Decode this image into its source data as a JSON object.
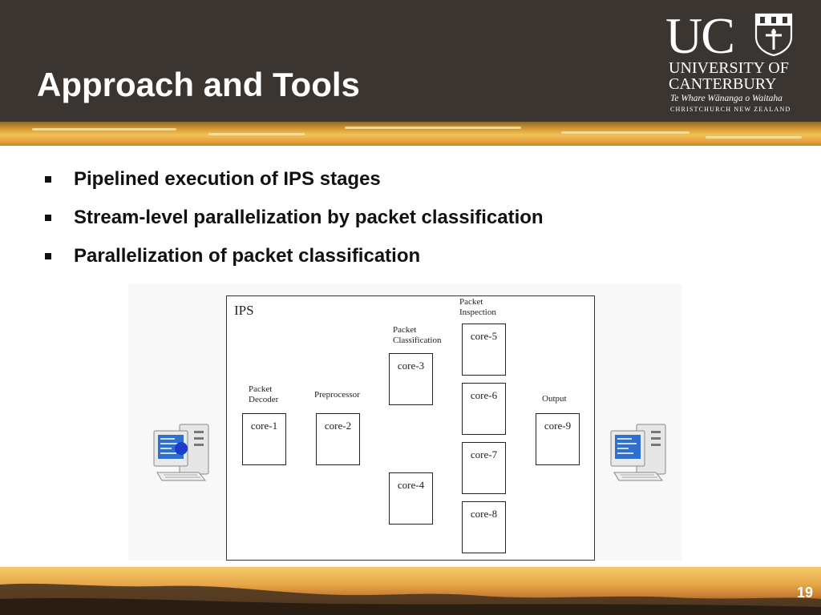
{
  "slide": {
    "title": "Approach and Tools",
    "page_number": "19"
  },
  "logo": {
    "initials": "UC",
    "line1": "UNIVERSITY OF",
    "line2": "CANTERBURY",
    "line3": "Te Whare Wānanga o Waitaha",
    "line4": "CHRISTCHURCH NEW ZEALAND"
  },
  "bullets": [
    "Pipelined execution of IPS stages",
    "Stream-level parallelization by packet classification",
    "Parallelization of packet classification"
  ],
  "diagram": {
    "container_label": "IPS",
    "stage_labels": {
      "packet_decoder_1": "Packet",
      "packet_decoder_2": "Decoder",
      "preprocessor": "Preprocessor",
      "packet_classification_1": "Packet",
      "packet_classification_2": "Classification",
      "packet_inspection_1": "Packet",
      "packet_inspection_2": "Inspection",
      "output": "Output"
    },
    "cores": {
      "core1": "core-1",
      "core2": "core-2",
      "core3": "core-3",
      "core4": "core-4",
      "core5": "core-5",
      "core6": "core-6",
      "core7": "core-7",
      "core8": "core-8",
      "core9": "core-9"
    }
  },
  "colors": {
    "header_bg": "#3b3532",
    "accent_blue": "#1a3cc8"
  }
}
